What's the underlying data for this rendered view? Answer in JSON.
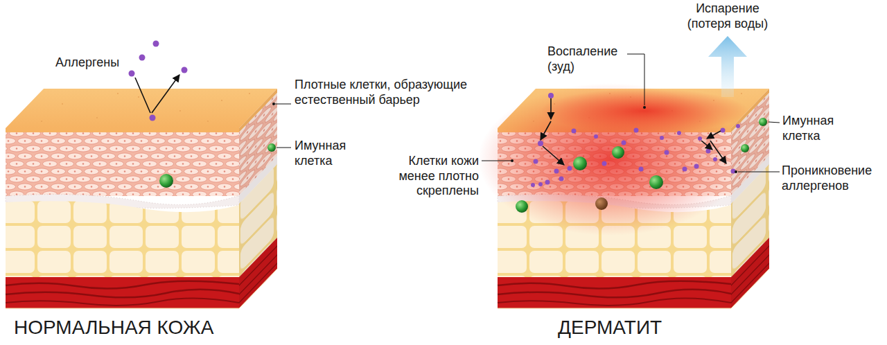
{
  "diagram": {
    "labels": [
      "Аллергены",
      "Плотные клетки, образующие естественный барьер",
      "Имунная клетка",
      "НОРМАЛЬНАЯ КОЖА",
      "Испарение (потеря воды)",
      "Воспаление (зуд)",
      "Клетки кожи менее плотно скреплены",
      "Имунная клетка",
      "Проникновение аллергенов",
      "ДЕРМАТИТ"
    ]
  }
}
